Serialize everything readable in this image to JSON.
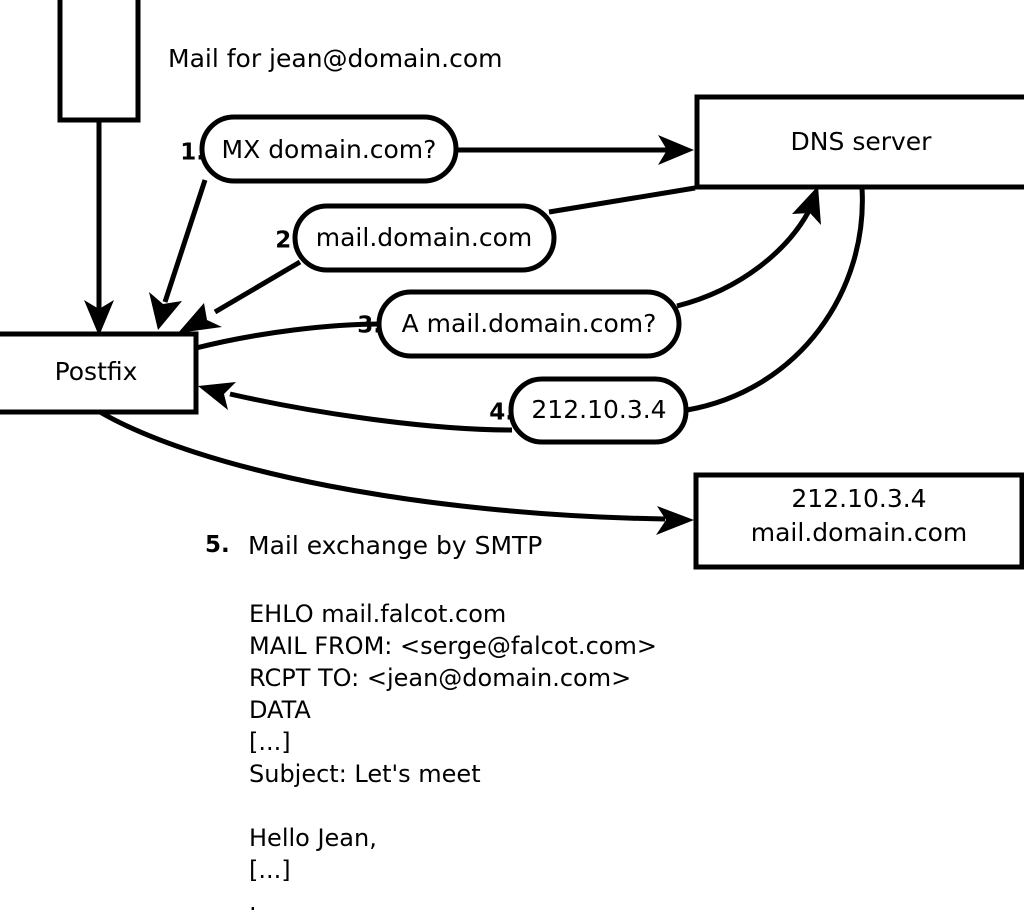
{
  "title": "Mail for jean@domain.com",
  "nodes": {
    "client": {
      "label": ""
    },
    "postfix": {
      "label": "Postfix"
    },
    "dns": {
      "label": "DNS server"
    },
    "mailserver": {
      "line1": "212.10.3.4",
      "line2": "mail.domain.com"
    }
  },
  "steps": [
    {
      "num": "1.",
      "label": "MX domain.com?"
    },
    {
      "num": "2.",
      "label": "mail.domain.com"
    },
    {
      "num": "3.",
      "label": "A mail.domain.com?"
    },
    {
      "num": "4.",
      "label": "212.10.3.4"
    }
  ],
  "step5": {
    "num": "5.",
    "label": "Mail exchange by SMTP"
  },
  "smtp_transcript": [
    "EHLO mail.falcot.com",
    "MAIL FROM: <serge@falcot.com>",
    "RCPT TO: <jean@domain.com>",
    "DATA",
    "[...]",
    "Subject: Let's meet",
    "",
    "Hello Jean,",
    "[...]",
    "."
  ],
  "colors": {
    "stroke": "#000000",
    "fill": "#ffffff",
    "background": "#ffffff"
  }
}
